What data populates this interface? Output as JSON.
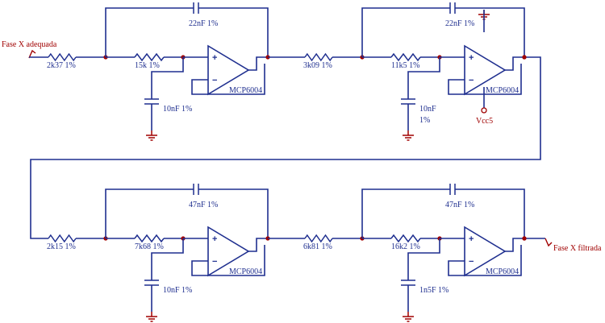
{
  "colors": {
    "wire": "#1f2f8f",
    "node": "#a00000",
    "text": "#1f2f8f",
    "power": "#a00000"
  },
  "nets": {
    "input": "Fase X adequada",
    "output": "Fase X filtrada",
    "supply": "Vcc5"
  },
  "opamp": {
    "part": "MCP6004",
    "plus": "+",
    "minus": "−"
  },
  "stages": [
    {
      "r_in": "2k37 1%",
      "r_mid": "15k 1%",
      "c_fb": "22nF 1%",
      "c_gnd": [
        "10nF 1%"
      ]
    },
    {
      "r_in": "3k09 1%",
      "r_mid": "11k5 1%",
      "c_fb": "22nF 1%",
      "c_gnd": [
        "10nF",
        "1%"
      ]
    },
    {
      "r_in": "2k15 1%",
      "r_mid": "7k68 1%",
      "c_fb": "47nF 1%",
      "c_gnd": [
        "10nF  1%"
      ]
    },
    {
      "r_in": "6k81 1%",
      "r_mid": "16k2 1%",
      "c_fb": "47nF 1%",
      "c_gnd": [
        "1n5F  1%"
      ]
    }
  ]
}
